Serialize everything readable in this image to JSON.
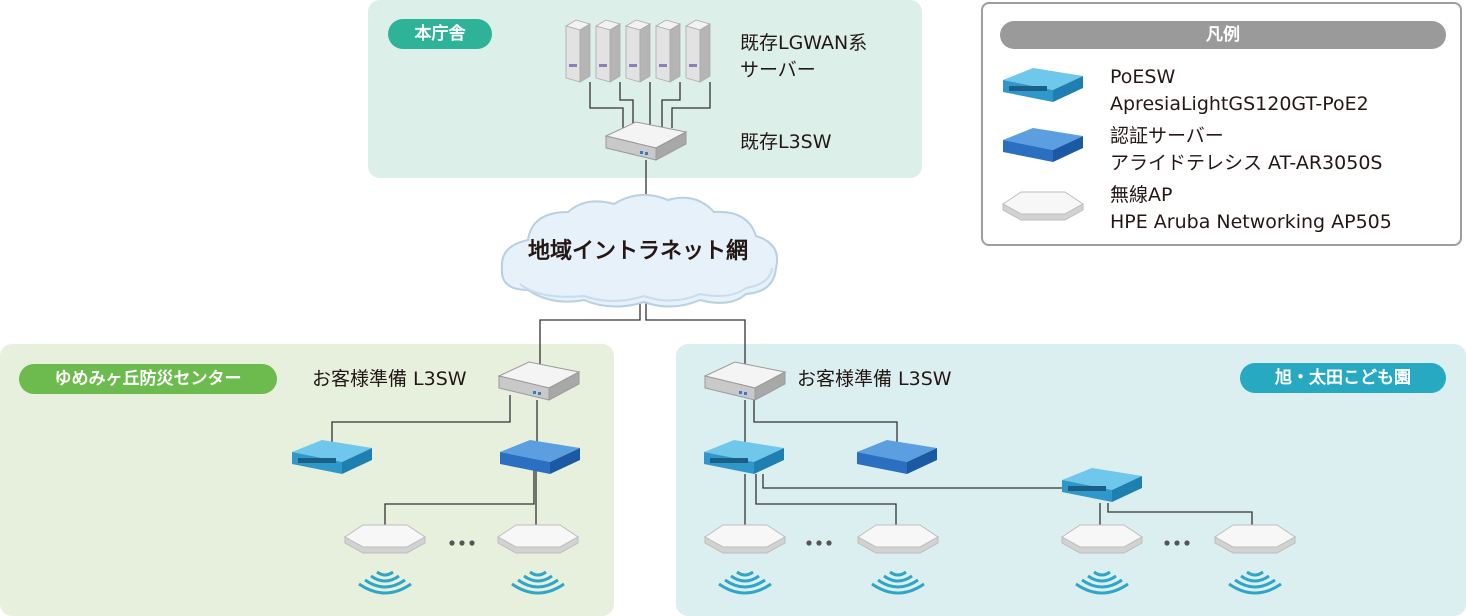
{
  "legend": {
    "title": "凡例",
    "items": [
      {
        "name": "PoESW",
        "model": "ApresiaLightGS120GT-PoE2",
        "icon": "poe-switch-icon"
      },
      {
        "name": "認証サーバー",
        "model": "アライドテレシス AT-AR3050S",
        "icon": "auth-server-icon"
      },
      {
        "name": "無線AP",
        "model": "HPE Aruba Networking AP505",
        "icon": "wireless-ap-icon"
      }
    ]
  },
  "zones": {
    "honcho": {
      "name": "本庁舎",
      "server_label_1": "既存LGWAN系",
      "server_label_2": "サーバー",
      "l3sw_label": "既存L3SW"
    },
    "yume": {
      "name": "ゆめみヶ丘防災センター",
      "l3sw_label": "お客様準備 L3SW"
    },
    "asahi": {
      "name": "旭・太田こども園",
      "l3sw_label": "お客様準備 L3SW"
    }
  },
  "network": {
    "name": "地域イントラネット網"
  },
  "colors": {
    "honcho_zone": "#dcefe9",
    "honcho_pill": "#2eb398",
    "yume_zone": "#e6f0dc",
    "yume_pill": "#6dbb4e",
    "asahi_zone": "#dceff0",
    "asahi_pill": "#27a9c1",
    "poe_switch": "#3aa8d8",
    "auth_server": "#2f7fd0"
  }
}
